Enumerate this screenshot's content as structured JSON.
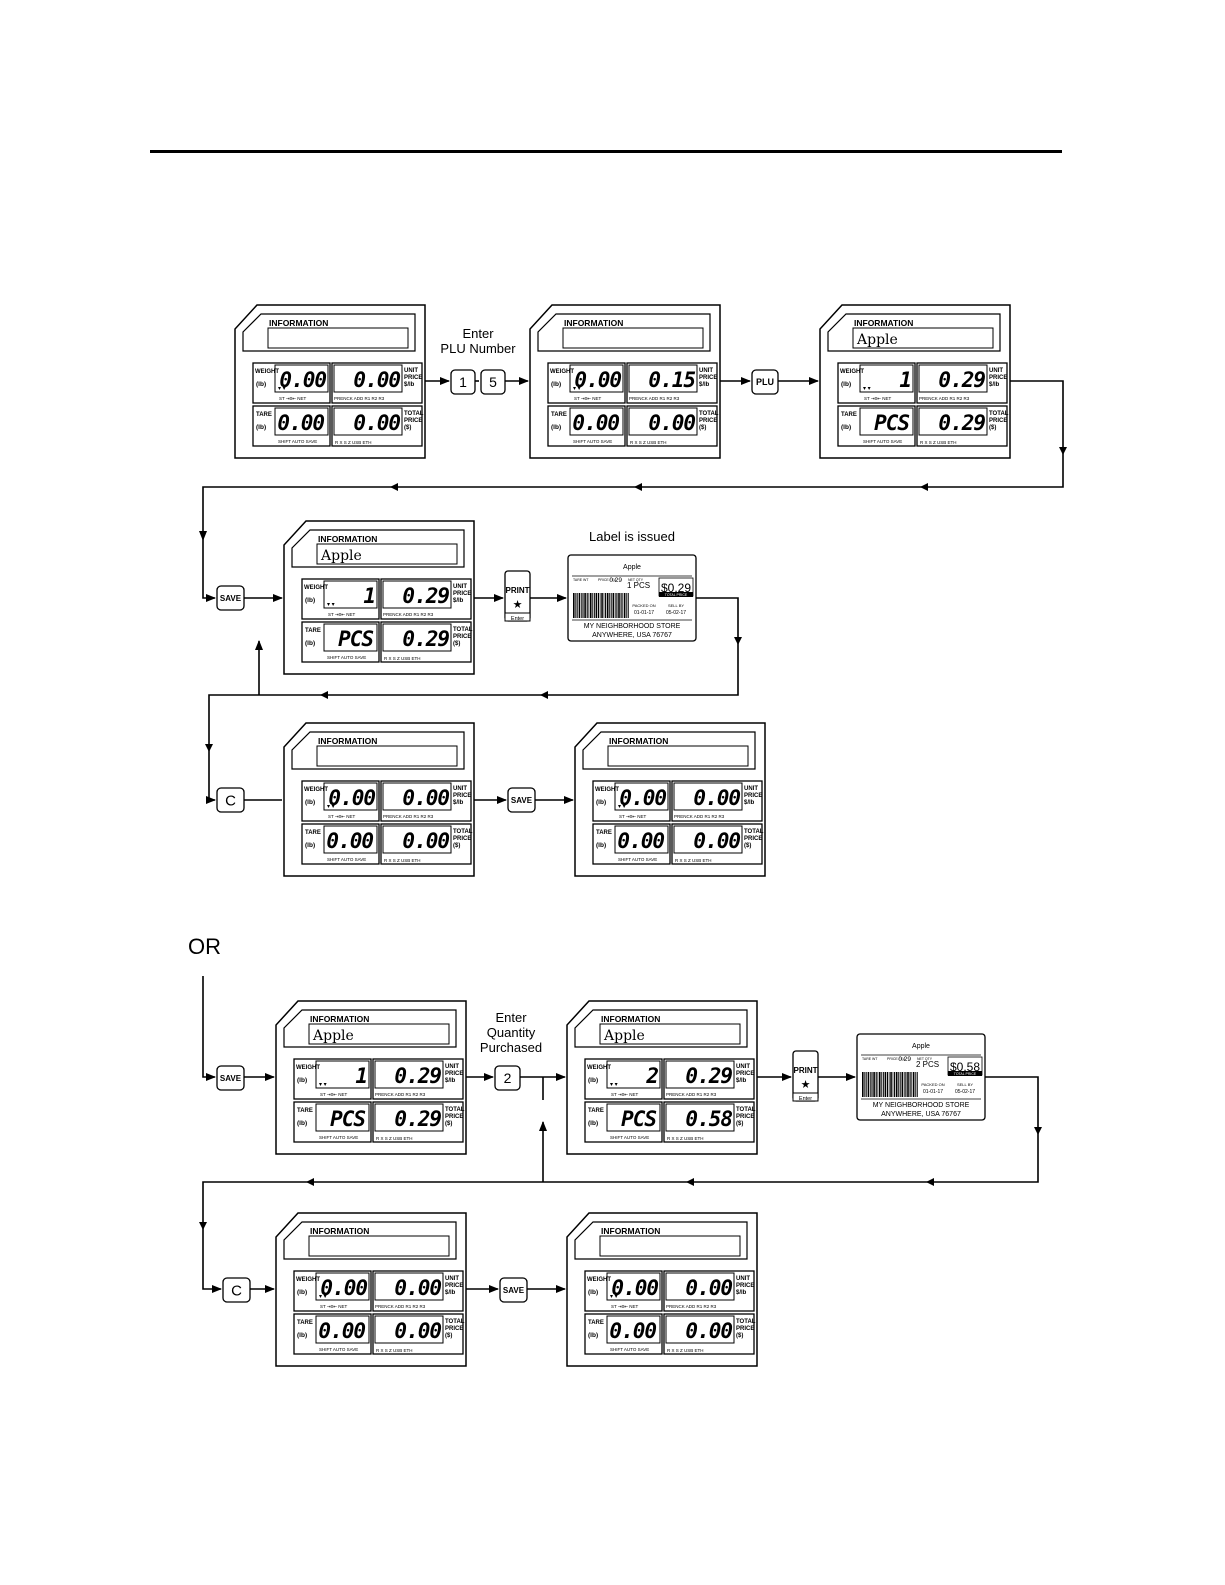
{
  "captions": {
    "enter_plu": "Enter\nPLU Number",
    "label_issued": "Label is issued",
    "enter_quantity": "Enter\nQuantity\nPurchased",
    "or": "OR"
  },
  "keys": {
    "digit_1": "1",
    "digit_5": "5",
    "digit_2": "2",
    "plu": "PLU",
    "save": "SAVE",
    "clear": "C",
    "print_line1": "PRINT",
    "print_star": "★",
    "print_enter": "Enter"
  },
  "display_text": {
    "information": "INFORMATION",
    "weight": "WEIGHT",
    "lb": "(lb)",
    "tare": "TARE",
    "unit_price": "UNIT\nPRICE\n$/lb",
    "total_price": "TOTAL\nPRICE\n($)",
    "weight_annun": "ST  ⇥0⇤  NET",
    "unit_annun": "PRENCK   ADD  R1  R2  R3",
    "tare_annun": "SHIFT        AUTO SAVE",
    "total_annun": "R   X   S   Z      USB ETH"
  },
  "displays": [
    {
      "info": "",
      "weight": "0.00",
      "unit": "0.00",
      "tare": "0.00",
      "total": "0.00"
    },
    {
      "info": "",
      "weight": "0.00",
      "unit": "0.15",
      "tare": "0.00",
      "total": "0.00"
    },
    {
      "info": "Apple",
      "weight": "1",
      "unit": "0.29",
      "tare": "PCS",
      "total": "0.29"
    },
    {
      "info": "Apple",
      "weight": "1",
      "unit": "0.29",
      "tare": "PCS",
      "total": "0.29"
    },
    {
      "info": "",
      "weight": "0.00",
      "unit": "0.00",
      "tare": "0.00",
      "total": "0.00"
    },
    {
      "info": "",
      "weight": "0.00",
      "unit": "0.00",
      "tare": "0.00",
      "total": "0.00"
    },
    {
      "info": "Apple",
      "weight": "1",
      "unit": "0.29",
      "tare": "PCS",
      "total": "0.29"
    },
    {
      "info": "Apple",
      "weight": "2",
      "unit": "0.29",
      "tare": "PCS",
      "total": "0.58"
    },
    {
      "info": "",
      "weight": "0.00",
      "unit": "0.00",
      "tare": "0.00",
      "total": "0.00"
    },
    {
      "info": "",
      "weight": "0.00",
      "unit": "0.00",
      "tare": "0.00",
      "total": "0.00"
    }
  ],
  "labels": [
    {
      "item": "Apple",
      "head1": "TARE WT",
      "head2": "PRICE / EA",
      "price_ea": "0.29",
      "head3": "NET QTY",
      "qty": "1 PCS",
      "total": "$0.29",
      "total_caption": "TOTAL PRICE",
      "packed_caption": "PACKED ON",
      "packed": "01-01-17",
      "sell_caption": "SELL BY",
      "sell": "05-02-17",
      "store": "MY NEIGHBORHOOD STORE",
      "address": "ANYWHERE, USA 76767"
    },
    {
      "item": "Apple",
      "head1": "TARE WT",
      "head2": "PRICE / EA",
      "price_ea": "0.29",
      "head3": "NET QTY",
      "qty": "2 PCS",
      "total": "$0.58",
      "total_caption": "TOTAL PRICE",
      "packed_caption": "PACKED ON",
      "packed": "01-01-17",
      "sell_caption": "SELL BY",
      "sell": "05-02-17",
      "store": "MY NEIGHBORHOOD STORE",
      "address": "ANYWHERE, USA 76767"
    }
  ]
}
